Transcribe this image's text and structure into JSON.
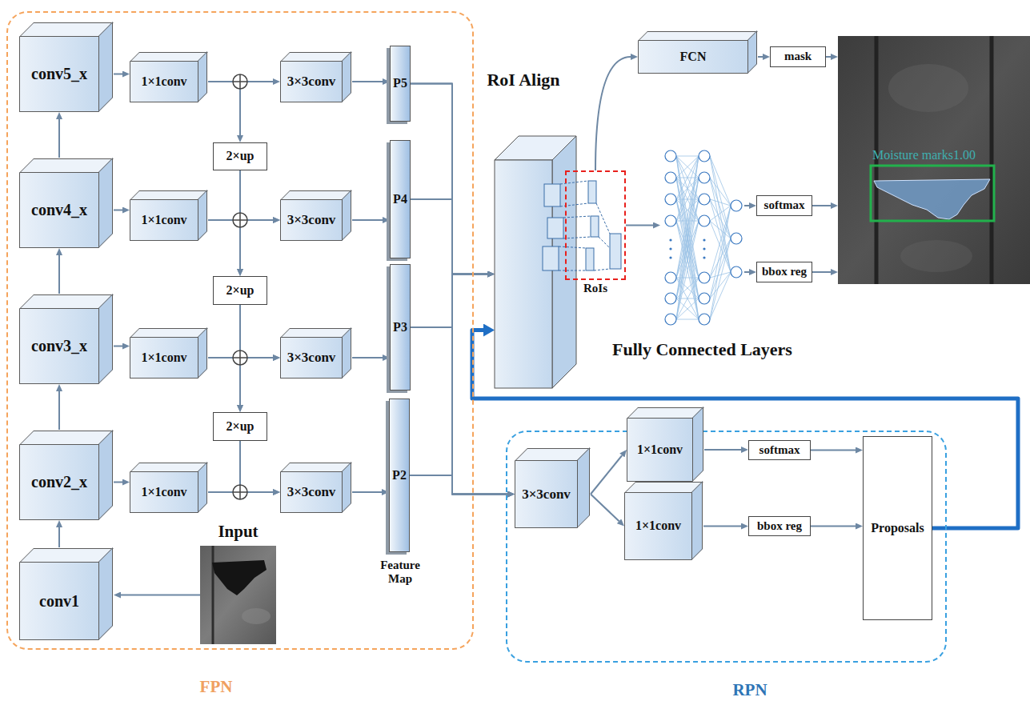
{
  "diagram": {
    "nodes": [
      {
        "text": [
          "FPN"
        ]
      },
      {
        "text": [
          "conv5_x"
        ],
        "in": 0
      },
      {
        "text": [
          "1×1conv"
        ],
        "in": 0
      },
      {
        "text": [
          "3×3conv"
        ],
        "in": 0
      },
      {
        "text": [
          "P5"
        ],
        "in": 0
      },
      {
        "text": [
          "2×up"
        ],
        "in": 0
      },
      {
        "text": [
          "conv4_x"
        ],
        "in": 0
      },
      {
        "text": [
          "1×1conv"
        ],
        "in": 0
      },
      {
        "text": [
          "3×3conv"
        ],
        "in": 0
      },
      {
        "text": [
          "P4"
        ],
        "in": 0
      },
      {
        "text": [
          "2×up"
        ],
        "in": 0
      },
      {
        "text": [
          "conv3_x"
        ],
        "in": 0
      },
      {
        "text": [
          "1×1conv"
        ],
        "in": 0
      },
      {
        "text": [
          "3×3conv"
        ],
        "in": 0
      },
      {
        "text": [
          "P3"
        ],
        "in": 0
      },
      {
        "text": [
          "2×up"
        ],
        "in": 0
      },
      {
        "text": [
          "conv2_x"
        ],
        "in": 0
      },
      {
        "text": [
          "1×1conv"
        ],
        "in": 0
      },
      {
        "text": [
          "3×3conv"
        ],
        "in": 0
      },
      {
        "text": [
          "P2"
        ],
        "in": 0
      },
      {
        "text": [
          "conv1"
        ],
        "in": 0
      },
      {
        "text": [
          "Input"
        ],
        "in": 0
      },
      {
        "text": [
          "RoI Align"
        ]
      },
      {
        "text": [
          "RoIs"
        ]
      },
      {
        "text": [
          "FCN"
        ]
      },
      {
        "text": [
          "mask"
        ]
      },
      {
        "text": [
          "Moisture marks1.00"
        ]
      },
      {
        "text": [
          "Fully Connected Layers"
        ]
      },
      {
        "text": [
          "softmax"
        ]
      },
      {
        "text": [
          "bbox reg"
        ]
      },
      {
        "text": [
          "RPN"
        ]
      },
      {
        "text": [
          "3×3conv"
        ],
        "in": 30
      },
      {
        "text": [
          "1×1conv"
        ],
        "in": 30
      },
      {
        "text": [
          "1×1conv"
        ],
        "in": 30
      },
      {
        "text": [
          "softmax"
        ],
        "in": 30
      },
      {
        "text": [
          "bbox reg"
        ],
        "in": 30
      },
      {
        "text": [
          "Proposals"
        ],
        "in": 30
      }
    ],
    "edges": [
      {
        "from": 20,
        "to": 16,
        "arrow": "to"
      },
      {
        "from": 16,
        "to": 11,
        "arrow": "to"
      },
      {
        "from": 11,
        "to": 6,
        "arrow": "to"
      },
      {
        "from": 6,
        "to": 1,
        "arrow": "to"
      },
      {
        "from": 1,
        "to": 2,
        "arrow": "to"
      },
      {
        "from": 6,
        "to": 7,
        "arrow": "to"
      },
      {
        "from": 11,
        "to": 12,
        "arrow": "to"
      },
      {
        "from": 16,
        "to": 17,
        "arrow": "to"
      },
      {
        "from": 2,
        "to": 3,
        "arrow": "to"
      },
      {
        "from": 7,
        "to": 8,
        "arrow": "to"
      },
      {
        "from": 12,
        "to": 13,
        "arrow": "to"
      },
      {
        "from": 17,
        "to": 18,
        "arrow": "to"
      },
      {
        "from": 3,
        "to": 4,
        "arrow": "to"
      },
      {
        "from": 8,
        "to": 9,
        "arrow": "to"
      },
      {
        "from": 13,
        "to": 14,
        "arrow": "to"
      },
      {
        "from": 18,
        "to": 19,
        "arrow": "to"
      },
      {
        "from": 2,
        "to": 5,
        "arrow": "to"
      },
      {
        "from": 5,
        "to": 8,
        "arrow": "to"
      },
      {
        "from": 5,
        "to": 10,
        "arrow": "to"
      },
      {
        "from": 7,
        "to": 10,
        "arrow": "to"
      },
      {
        "from": 10,
        "to": 13,
        "arrow": "to"
      },
      {
        "from": 10,
        "to": 15,
        "arrow": "to"
      },
      {
        "from": 12,
        "to": 15,
        "arrow": "to"
      },
      {
        "from": 15,
        "to": 18,
        "arrow": "to"
      },
      {
        "from": 21,
        "to": 20,
        "arrow": "to"
      },
      {
        "from": 4,
        "to": 22,
        "arrow": "to"
      },
      {
        "from": 9,
        "to": 22,
        "arrow": "to"
      },
      {
        "from": 14,
        "to": 22,
        "arrow": "to"
      },
      {
        "from": 19,
        "to": 22,
        "arrow": "to"
      },
      {
        "from": 4,
        "to": 31,
        "arrow": "to"
      },
      {
        "from": 9,
        "to": 31,
        "arrow": "to"
      },
      {
        "from": 14,
        "to": 31,
        "arrow": "to"
      },
      {
        "from": 19,
        "to": 31,
        "arrow": "to"
      },
      {
        "from": 23,
        "to": 24,
        "arrow": "to"
      },
      {
        "from": 23,
        "to": 27,
        "arrow": "to"
      },
      {
        "from": 24,
        "to": 25,
        "arrow": "to"
      },
      {
        "from": 25,
        "to": 26,
        "arrow": "to"
      },
      {
        "from": 27,
        "to": 28,
        "arrow": "to"
      },
      {
        "from": 27,
        "to": 29,
        "arrow": "to"
      },
      {
        "from": 28,
        "to": 26,
        "arrow": "to"
      },
      {
        "from": 29,
        "to": 26,
        "arrow": "to"
      },
      {
        "from": 31,
        "to": 32,
        "arrow": "to"
      },
      {
        "from": 31,
        "to": 33,
        "arrow": "to"
      },
      {
        "from": 32,
        "to": 34,
        "arrow": "to"
      },
      {
        "from": 33,
        "to": 35,
        "arrow": "to"
      },
      {
        "from": 34,
        "to": 36,
        "arrow": "to"
      },
      {
        "from": 35,
        "to": 36,
        "arrow": "to"
      },
      {
        "from": 36,
        "to": 22,
        "arrow": "to"
      }
    ],
    "labels": [
      "Feature Map"
    ]
  }
}
